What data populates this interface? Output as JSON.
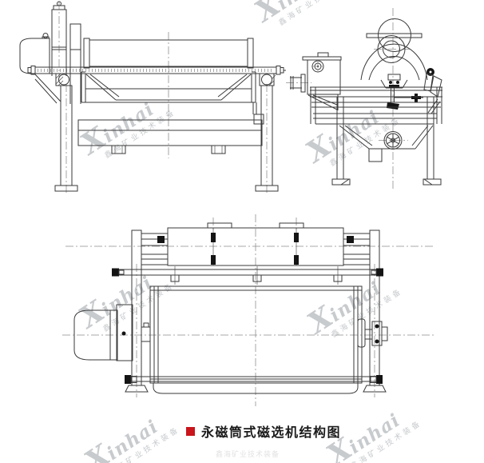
{
  "caption": {
    "text": "永磁筒式磁选机结构图"
  },
  "watermark": {
    "logo_x": "X",
    "logo_text": "inhai",
    "tagline": "鑫海矿业技术装备"
  },
  "ghost": {
    "text": "鑫海矿业技术装备"
  },
  "colors": {
    "background": "#ffffff",
    "line": "#3a3a3a",
    "centerline": "#8f8f8f",
    "ink": "#141414",
    "watermark": "#c8cbce",
    "caption_bullet": "#c9151b",
    "caption_text": "#1a1a1a"
  }
}
